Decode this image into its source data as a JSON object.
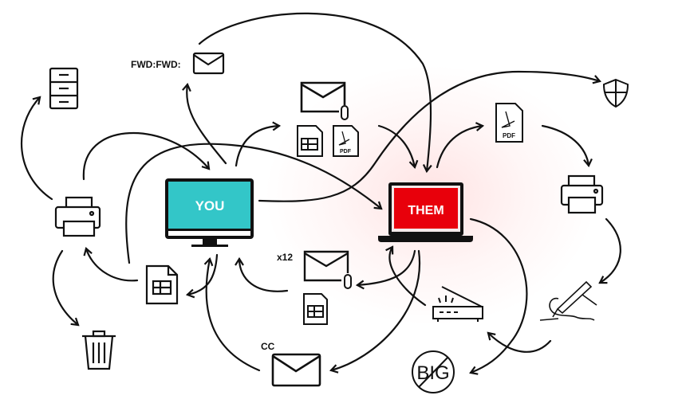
{
  "nodes": {
    "you": {
      "label": "YOU",
      "color": "#33c6c8"
    },
    "them": {
      "label": "THEM",
      "color": "#e8000b"
    },
    "forward_email": {
      "label": "FWD:FWD:"
    },
    "cc_email": {
      "label": "CC"
    },
    "repeat_email": {
      "label": "x12"
    },
    "pdf_top": {
      "label": "PDF"
    },
    "pdf_right": {
      "label": "PDF"
    },
    "no_big": {
      "label": "BIG"
    }
  },
  "colors": {
    "stroke": "#111111",
    "glow": "#ffdede"
  }
}
